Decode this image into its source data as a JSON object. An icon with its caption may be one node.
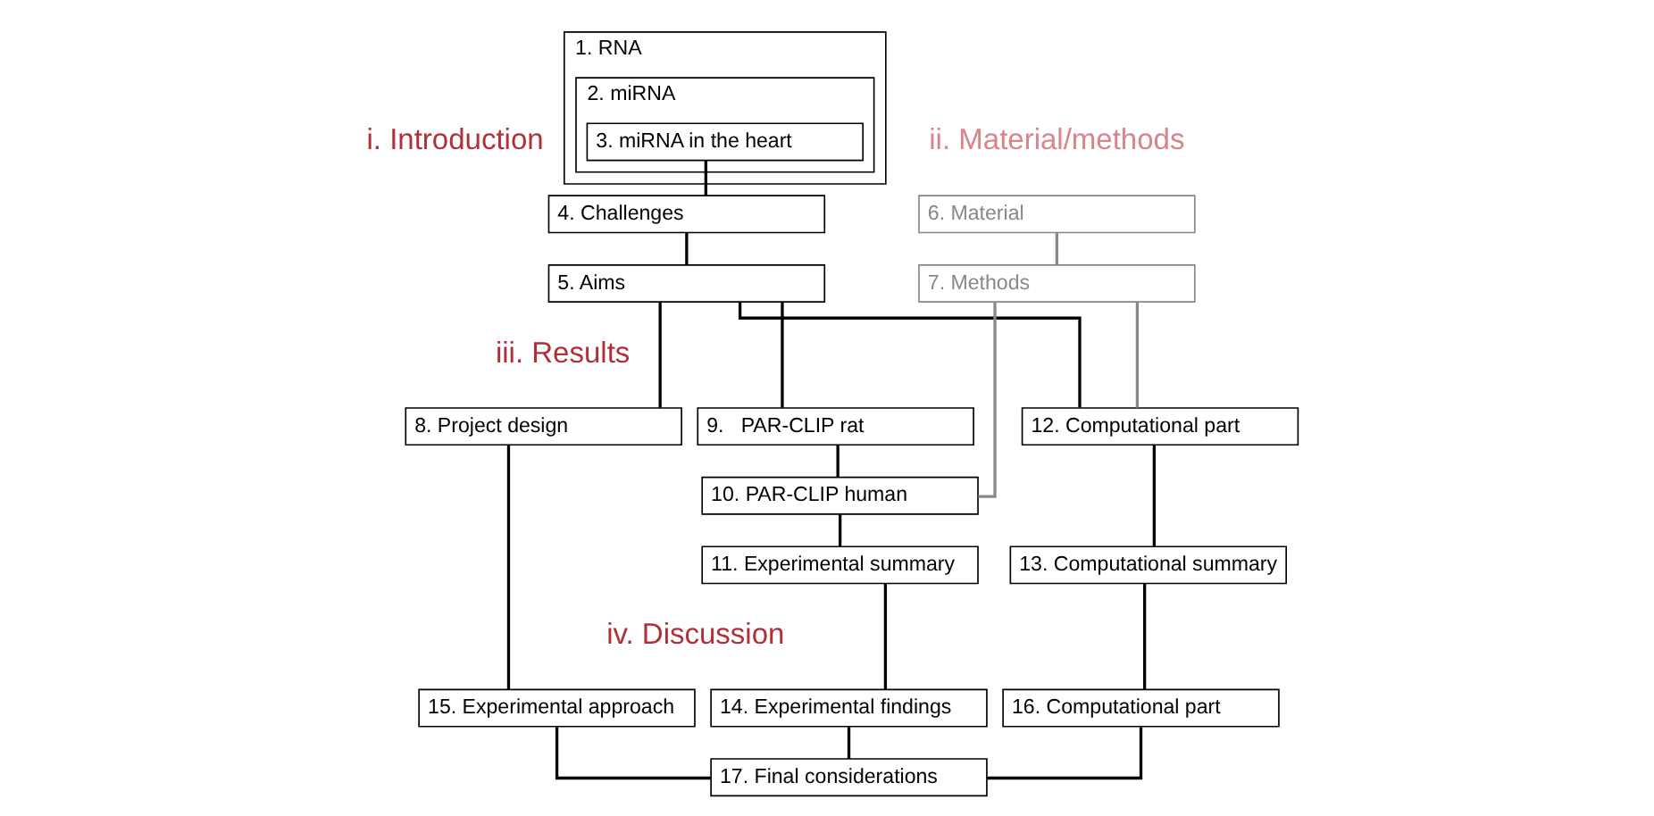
{
  "diagram": {
    "nodes": [
      {
        "text": [
          "1. RNA"
        ]
      },
      {
        "text": [
          "2. miRNA"
        ],
        "in": 0
      },
      {
        "text": [
          "3. miRNA in the heart"
        ],
        "in": 1
      },
      {
        "text": [
          "4. Challenges"
        ]
      },
      {
        "text": [
          "5. Aims"
        ]
      },
      {
        "text": [
          "6. Material"
        ]
      },
      {
        "text": [
          "7. Methods"
        ]
      },
      {
        "text": [
          "8. Project design"
        ]
      },
      {
        "text": [
          "9.   PAR-CLIP rat"
        ]
      },
      {
        "text": [
          "10. PAR-CLIP human"
        ]
      },
      {
        "text": [
          "11. Experimental summary"
        ]
      },
      {
        "text": [
          "12. Computational part"
        ]
      },
      {
        "text": [
          "13. Computational summary"
        ]
      },
      {
        "text": [
          "15. Experimental approach"
        ]
      },
      {
        "text": [
          "14. Experimental findings"
        ]
      },
      {
        "text": [
          "16. Computational part"
        ]
      },
      {
        "text": [
          "17. Final considerations"
        ]
      }
    ],
    "edges": [
      {
        "from": 2,
        "to": 3,
        "arrow": "none"
      },
      {
        "from": 3,
        "to": 4,
        "arrow": "none"
      },
      {
        "from": 4,
        "to": 7,
        "arrow": "none"
      },
      {
        "from": 4,
        "to": 8,
        "arrow": "none"
      },
      {
        "from": 4,
        "to": 11,
        "arrow": "none"
      },
      {
        "from": 5,
        "to": 6,
        "arrow": "none",
        "color": "#888888"
      },
      {
        "from": 6,
        "to": 9,
        "arrow": "none",
        "color": "#888888"
      },
      {
        "from": 6,
        "to": 11,
        "arrow": "none",
        "color": "#888888"
      },
      {
        "from": 8,
        "to": 9,
        "arrow": "none"
      },
      {
        "from": 9,
        "to": 10,
        "arrow": "none"
      },
      {
        "from": 10,
        "to": 14,
        "arrow": "none"
      },
      {
        "from": 11,
        "to": 12,
        "arrow": "none"
      },
      {
        "from": 12,
        "to": 15,
        "arrow": "none"
      },
      {
        "from": 7,
        "to": 13,
        "arrow": "none"
      },
      {
        "from": 13,
        "to": 16,
        "arrow": "none"
      },
      {
        "from": 14,
        "to": 16,
        "arrow": "none"
      },
      {
        "from": 15,
        "to": 16,
        "arrow": "none"
      }
    ],
    "labels": [
      "i. Introduction",
      "ii. Material/methods",
      "iii. Results",
      "iv. Discussion"
    ]
  }
}
